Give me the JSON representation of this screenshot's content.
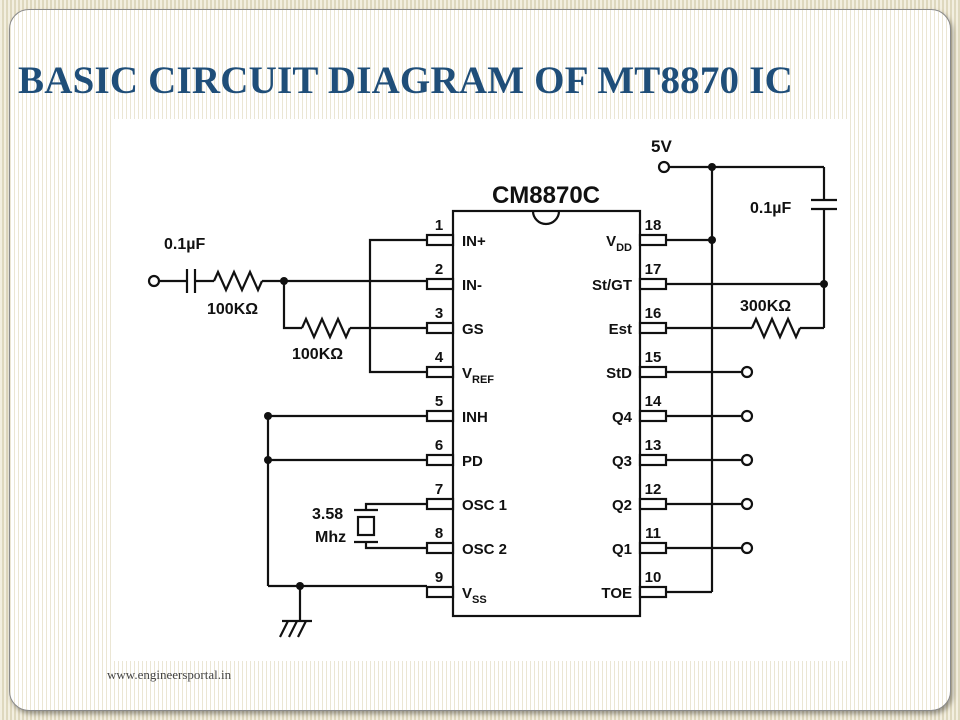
{
  "slide": {
    "title": "BASIC CIRCUIT DIAGRAM OF MT8870 IC",
    "footer": "www.engineersportal.in"
  },
  "diagram": {
    "chip_name": "CM8870C",
    "supply_label": "5V",
    "left_pins": [
      {
        "num": "1",
        "name": "IN+"
      },
      {
        "num": "2",
        "name": "IN-"
      },
      {
        "num": "3",
        "name": "GS"
      },
      {
        "num": "4",
        "name": "V",
        "sub": "REF"
      },
      {
        "num": "5",
        "name": "INH"
      },
      {
        "num": "6",
        "name": "PD"
      },
      {
        "num": "7",
        "name": "OSC 1"
      },
      {
        "num": "8",
        "name": "OSC 2"
      },
      {
        "num": "9",
        "name": "V",
        "sub": "SS"
      }
    ],
    "right_pins": [
      {
        "num": "18",
        "name": "V",
        "sub": "DD"
      },
      {
        "num": "17",
        "name": "St/GT"
      },
      {
        "num": "16",
        "name": "Est"
      },
      {
        "num": "15",
        "name": "StD"
      },
      {
        "num": "14",
        "name": "Q4"
      },
      {
        "num": "13",
        "name": "Q3"
      },
      {
        "num": "12",
        "name": "Q2"
      },
      {
        "num": "11",
        "name": "Q1"
      },
      {
        "num": "10",
        "name": "TOE"
      }
    ],
    "components": {
      "input_cap": "0.1µF",
      "input_res": "100KΩ",
      "feedback_res": "100KΩ",
      "st_cap": "0.1µF",
      "st_res": "300KΩ",
      "crystal_line1": "3.58",
      "crystal_line2": "Mhz"
    }
  }
}
